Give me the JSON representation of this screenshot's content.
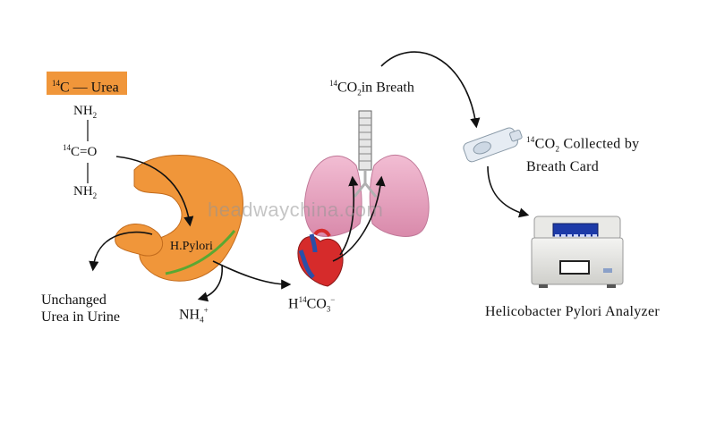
{
  "urea": {
    "isotope": "14",
    "label": "C — Urea"
  },
  "molecule": {
    "top": "NH",
    "top_sub": "2",
    "middle_iso": "14",
    "middle": "C=O",
    "bottom": "NH",
    "bottom_sub": "2"
  },
  "stomach": {
    "label": "H.Pylori"
  },
  "outputs": {
    "urine_line1": "Unchanged",
    "urine_line2": "Urea in Urine",
    "ammonium": "NH",
    "ammonium_sub": "4",
    "ammonium_sup": "+"
  },
  "bicarbonate": {
    "h": "H",
    "iso": "14",
    "co": "CO",
    "sub": "3",
    "sup": "−"
  },
  "breath": {
    "iso": "14",
    "co": "CO",
    "sub": "2",
    "text": "in Breath"
  },
  "card": {
    "iso": "14",
    "co": "CO",
    "sub": "2",
    "line1": " Collected by",
    "line2": "Breath Card"
  },
  "analyzer": {
    "label": "Helicobacter Pylori Analyzer"
  },
  "watermark": "headwaychina.com",
  "colors": {
    "orange": "#f0963a",
    "lung": "#e8a3c0",
    "heart_red": "#d62b2b",
    "heart_blue": "#2a4fa8",
    "green": "#5aa832"
  }
}
